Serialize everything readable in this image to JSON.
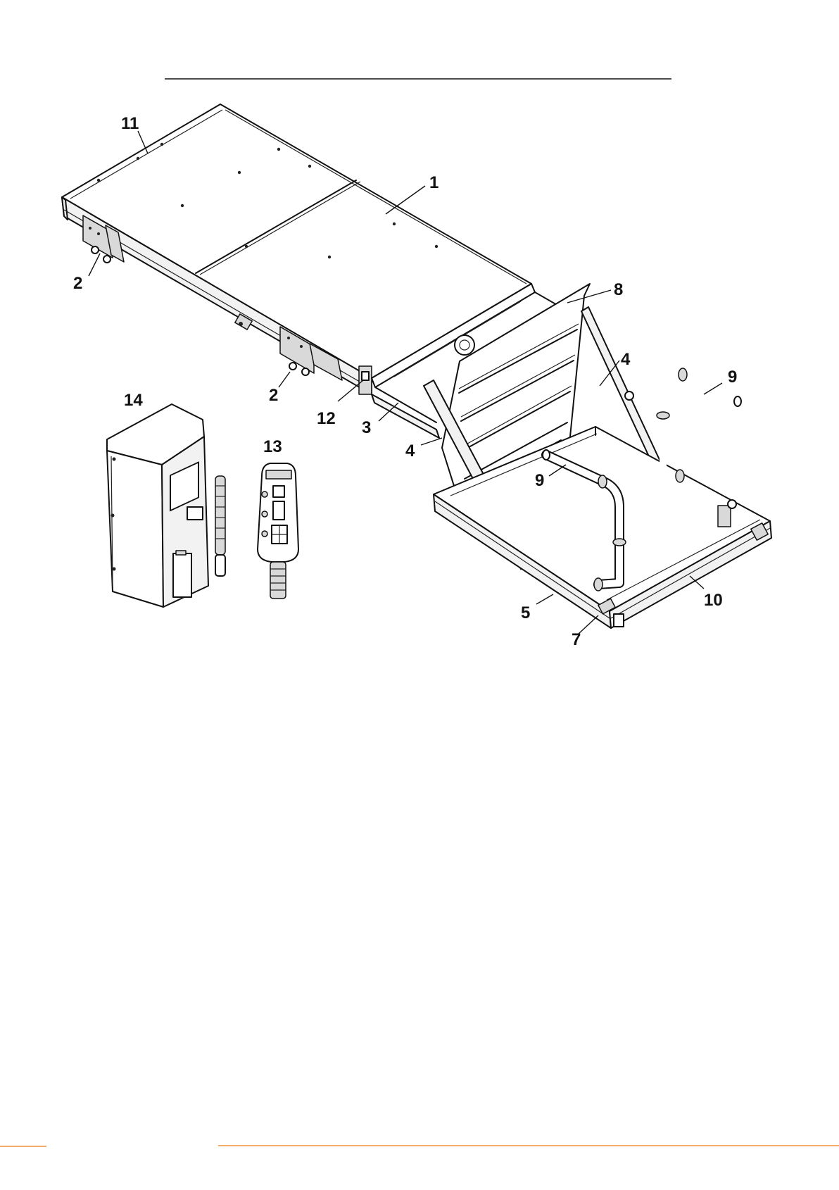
{
  "callouts": [
    {
      "id": "c11",
      "text": "11"
    },
    {
      "id": "c1",
      "text": "1"
    },
    {
      "id": "c2a",
      "text": "2"
    },
    {
      "id": "c8",
      "text": "8"
    },
    {
      "id": "c4a",
      "text": "4"
    },
    {
      "id": "c9a",
      "text": "9"
    },
    {
      "id": "c2b",
      "text": "2"
    },
    {
      "id": "c14",
      "text": "14"
    },
    {
      "id": "c12",
      "text": "12"
    },
    {
      "id": "c3",
      "text": "3"
    },
    {
      "id": "c13",
      "text": "13"
    },
    {
      "id": "c4b",
      "text": "4"
    },
    {
      "id": "c9b",
      "text": "9"
    },
    {
      "id": "c10",
      "text": "10"
    },
    {
      "id": "c5",
      "text": "5"
    },
    {
      "id": "c7",
      "text": "7"
    }
  ],
  "colors": {
    "footer_rule": "#f0913c",
    "line_art": "#111111",
    "header_rule": "#111111"
  }
}
